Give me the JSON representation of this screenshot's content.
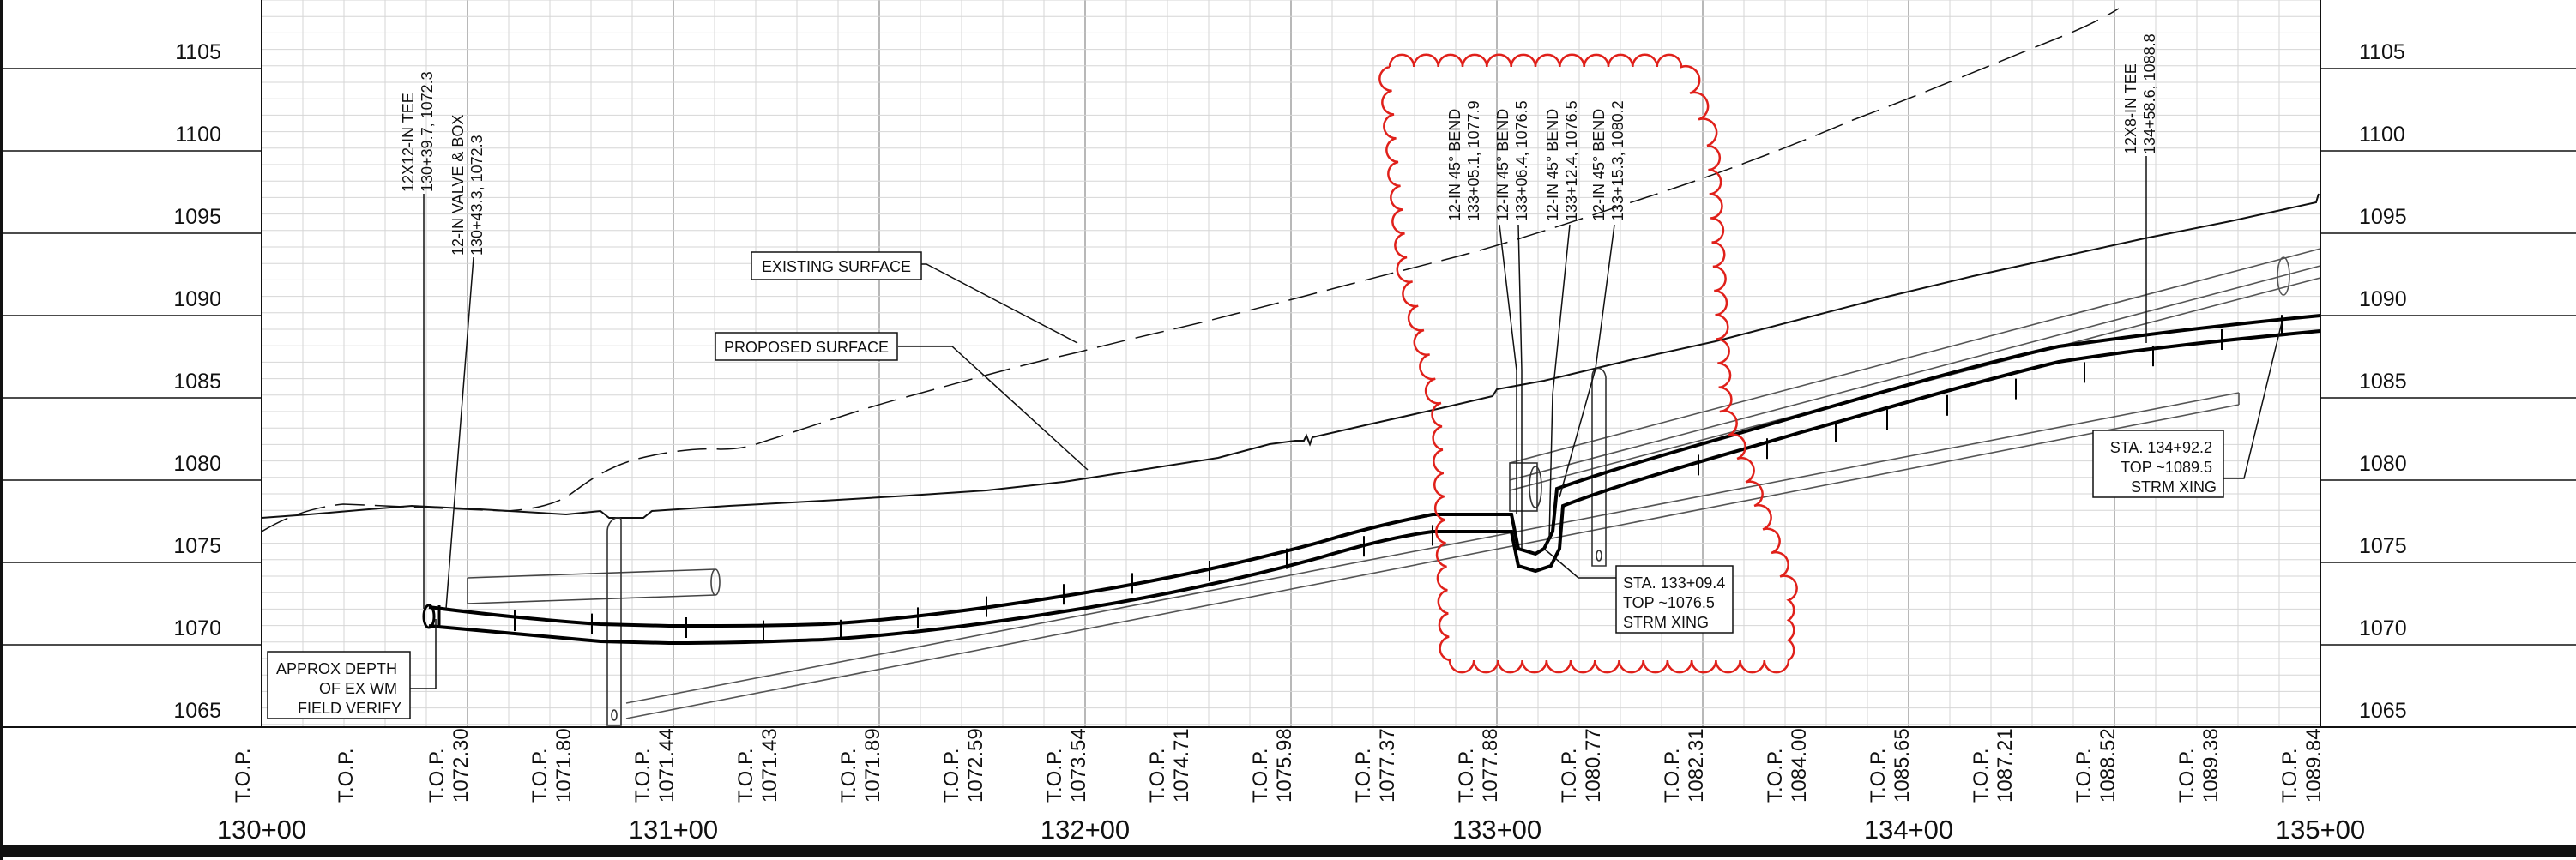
{
  "colors": {
    "background": "#ffffff",
    "grid_minor": "#d6d6d6",
    "grid_major": "#9a9a9a",
    "line": "#111111",
    "revision_cloud": "#e0201a"
  },
  "elevation_labels": [
    "1105",
    "1100",
    "1095",
    "1090",
    "1085",
    "1080",
    "1075",
    "1070",
    "1065"
  ],
  "station_labels": [
    "130+00",
    "131+00",
    "132+00",
    "133+00",
    "134+00",
    "135+00"
  ],
  "top_labels": [
    "T.O.P.",
    "T.O.P.",
    "T.O.P.\n1072.30",
    "T.O.P.\n1071.80",
    "T.O.P.\n1071.44",
    "T.O.P.\n1071.43",
    "T.O.P.\n1071.89",
    "T.O.P.\n1072.59",
    "T.O.P.\n1073.54",
    "T.O.P.\n1074.71",
    "T.O.P.\n1075.98",
    "T.O.P.\n1077.37",
    "T.O.P.\n1077.88",
    "T.O.P.\n1080.77",
    "T.O.P.\n1082.31",
    "T.O.P.\n1084.00",
    "T.O.P.\n1085.65",
    "T.O.P.\n1087.21",
    "T.O.P.\n1088.52",
    "T.O.P.\n1089.38",
    "T.O.P.\n1089.84"
  ],
  "surface_labels": {
    "existing": "EXISTING SURFACE",
    "proposed": "PROPOSED SURFACE"
  },
  "fitting_callouts": {
    "tee_left": [
      "12X12-IN TEE",
      "130+39.7, 1072.3"
    ],
    "valve_box": [
      "12-IN VALVE & BOX",
      "130+43.3, 1072.3"
    ],
    "bend_1": [
      "12-IN 45° BEND",
      "133+05.1, 1077.9"
    ],
    "bend_2": [
      "12-IN 45° BEND",
      "133+06.4, 1076.5"
    ],
    "bend_3": [
      "12-IN 45° BEND",
      "133+12.4, 1076.5"
    ],
    "bend_4": [
      "12-IN 45° BEND",
      "133+15.3, 1080.2"
    ],
    "tee_right": [
      "12X8-IN TEE",
      "134+58.6, 1088.8"
    ]
  },
  "notes": {
    "approx_depth": [
      "APPROX DEPTH",
      "OF EX WM",
      "FIELD VERIFY"
    ],
    "strm_xing_1": [
      "STA. 133+09.4",
      "TOP ~1076.5",
      "STRM XING"
    ],
    "strm_xing_2": [
      "STA. 134+92.2",
      "TOP ~1089.5",
      "STRM XING"
    ]
  },
  "profile": {
    "station_range": [
      "130+00",
      "135+00"
    ],
    "elevation_range": [
      1062.5,
      1108
    ]
  }
}
